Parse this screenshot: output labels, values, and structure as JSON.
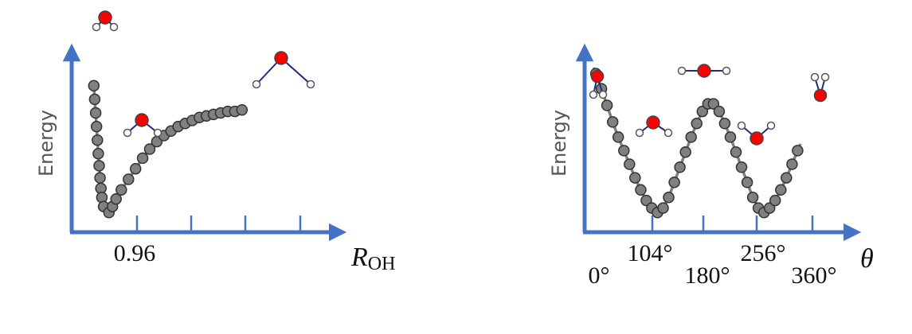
{
  "colors": {
    "axis": "#4472c4",
    "curve": "#7f7f7f",
    "point_fill": "#808080",
    "point_stroke": "#333333",
    "oxygen": "#ff0000",
    "hydrogen": "#ffffff",
    "bond": "#1f2a80"
  },
  "chart_data": [
    {
      "type": "line",
      "ylabel": "Energy",
      "xlabel_main": "R",
      "xlabel_sub": "OH",
      "tick_labels": [
        "0.96"
      ],
      "x": [
        0.875,
        0.88,
        0.885,
        0.89,
        0.895,
        0.9,
        0.905,
        0.91,
        0.915,
        0.92,
        0.93,
        0.96,
        0.98,
        1.0,
        1.03,
        1.07,
        1.11,
        1.15,
        1.19,
        1.23,
        1.27,
        1.31,
        1.35,
        1.39,
        1.43,
        1.47,
        1.51,
        1.55,
        1.59,
        1.63,
        1.67,
        1.71
      ],
      "values": [
        0.85,
        0.76,
        0.67,
        0.58,
        0.49,
        0.4,
        0.32,
        0.24,
        0.17,
        0.11,
        0.05,
        0.01,
        0.05,
        0.1,
        0.16,
        0.23,
        0.3,
        0.37,
        0.43,
        0.48,
        0.52,
        0.55,
        0.58,
        0.6,
        0.62,
        0.64,
        0.65,
        0.66,
        0.67,
        0.68,
        0.68,
        0.69
      ],
      "xlim": [
        0.75,
        2.25
      ],
      "ylim": [
        -0.12,
        1.07
      ]
    },
    {
      "type": "line",
      "ylabel": "Energy",
      "xlabel_main": "θ",
      "tick_labels": [
        "0°",
        "104°",
        "180°",
        "256°",
        "360°"
      ],
      "x": [
        16,
        24,
        32,
        40,
        48,
        56,
        64,
        72,
        80,
        88,
        96,
        104,
        112,
        120,
        128,
        136,
        144,
        152,
        160,
        168,
        176,
        184,
        192,
        200,
        208,
        216,
        224,
        232,
        240,
        248,
        256,
        264,
        272,
        280,
        288,
        296,
        304
      ],
      "values": [
        0.93,
        0.83,
        0.72,
        0.61,
        0.51,
        0.42,
        0.33,
        0.24,
        0.16,
        0.09,
        0.04,
        0.01,
        0.04,
        0.11,
        0.21,
        0.31,
        0.41,
        0.51,
        0.6,
        0.68,
        0.73,
        0.73,
        0.68,
        0.6,
        0.51,
        0.41,
        0.31,
        0.21,
        0.11,
        0.04,
        0.01,
        0.04,
        0.09,
        0.16,
        0.24,
        0.33,
        0.42
      ],
      "xlim": [
        0,
        382
      ],
      "ylim": [
        -0.12,
        1.07
      ]
    }
  ]
}
